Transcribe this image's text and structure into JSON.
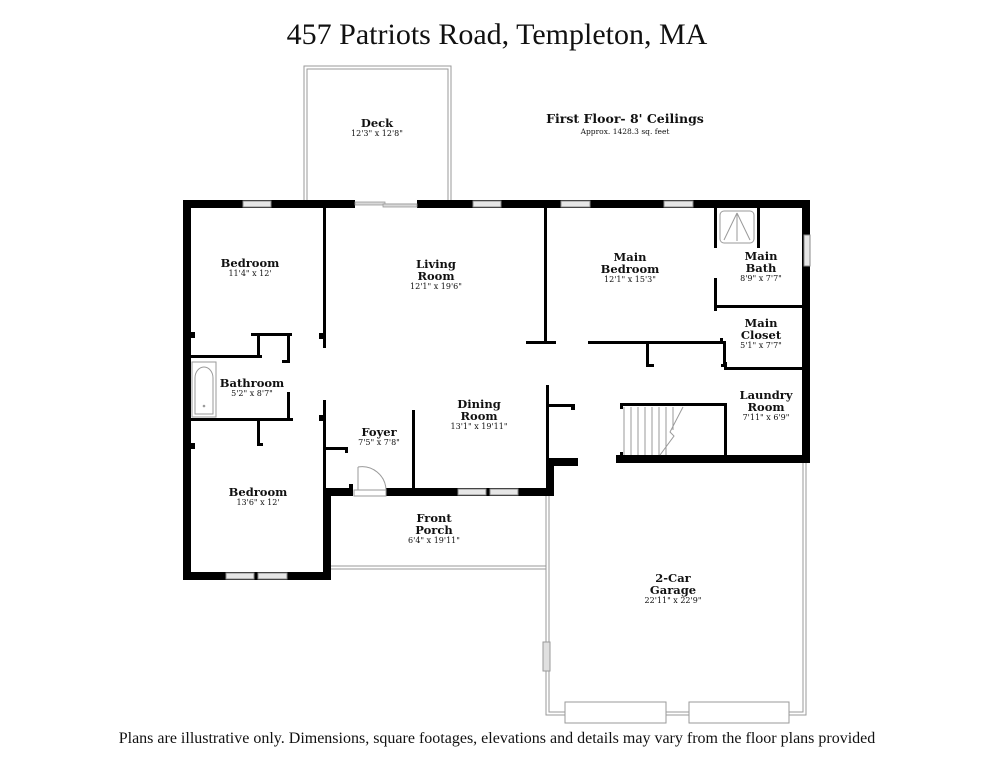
{
  "header": {
    "title": "457 Patriots Road, Templeton, MA"
  },
  "floor": {
    "name": "First Floor- 8' Ceilings",
    "area": "Approx. 1428.3 sq. feet"
  },
  "rooms": [
    {
      "id": "deck",
      "name": "Deck",
      "dims": "12'3\" x 12'8\""
    },
    {
      "id": "bedroom-1",
      "name": "Bedroom",
      "dims": "11'4\" x 12'"
    },
    {
      "id": "living-room",
      "name": "Living Room",
      "dims": "12'1\" x 19'6\""
    },
    {
      "id": "main-bedroom",
      "name": "Main Bedroom",
      "dims": "12'1\" x 15'3\""
    },
    {
      "id": "main-bath",
      "name": "Main Bath",
      "dims": "8'9\" x 7'7\""
    },
    {
      "id": "main-closet",
      "name": "Main Closet",
      "dims": "5'1\" x 7'7\""
    },
    {
      "id": "bathroom",
      "name": "Bathroom",
      "dims": "5'2\" x 8'7\""
    },
    {
      "id": "foyer",
      "name": "Foyer",
      "dims": "7'5\" x 7'8\""
    },
    {
      "id": "dining-room",
      "name": "Dining Room",
      "dims": "13'1\" x 19'11\""
    },
    {
      "id": "laundry-room",
      "name": "Laundry Room",
      "dims": "7'11\" x 6'9\""
    },
    {
      "id": "bedroom-2",
      "name": "Bedroom",
      "dims": "13'6\" x 12'"
    },
    {
      "id": "front-porch",
      "name": "Front Porch",
      "dims": "6'4\" x 19'11\""
    },
    {
      "id": "garage",
      "name": "2-Car Garage",
      "dims": "22'11\" x 22'9\""
    }
  ],
  "labels": {
    "deck": {
      "l1": "Deck",
      "dims": "12'3\" x 12'8\""
    },
    "bedroom1": {
      "l1": "Bedroom",
      "dims": "11'4\" x 12'"
    },
    "living": {
      "l1": "Living",
      "l2": "Room",
      "dims": "12'1\" x 19'6\""
    },
    "mainbed": {
      "l1": "Main",
      "l2": "Bedroom",
      "dims": "12'1\" x 15'3\""
    },
    "mainbath": {
      "l1": "Main",
      "l2": "Bath",
      "dims": "8'9\" x 7'7\""
    },
    "mainclos": {
      "l1": "Main",
      "l2": "Closet",
      "dims": "5'1\" x 7'7\""
    },
    "bathroom": {
      "l1": "Bathroom",
      "dims": "5'2\" x 8'7\""
    },
    "foyer": {
      "l1": "Foyer",
      "dims": "7'5\" x 7'8\""
    },
    "dining": {
      "l1": "Dining",
      "l2": "Room",
      "dims": "13'1\" x 19'11\""
    },
    "laundry": {
      "l1": "Laundry",
      "l2": "Room",
      "dims": "7'11\" x 6'9\""
    },
    "bedroom2": {
      "l1": "Bedroom",
      "dims": "13'6\" x 12'"
    },
    "porch": {
      "l1": "Front",
      "l2": "Porch",
      "dims": "6'4\" x 19'11\""
    },
    "garage": {
      "l1": "2-Car",
      "l2": "Garage",
      "dims": "22'11\" x 22'9\""
    }
  },
  "footer": {
    "disclaimer": "Plans are illustrative only. Dimensions, square footages, elevations and details may vary from the floor plans provided"
  },
  "colors": {
    "wall": "#000000",
    "outline": "#9a9a9a",
    "window": "#dcdcdc",
    "background": "#ffffff"
  }
}
